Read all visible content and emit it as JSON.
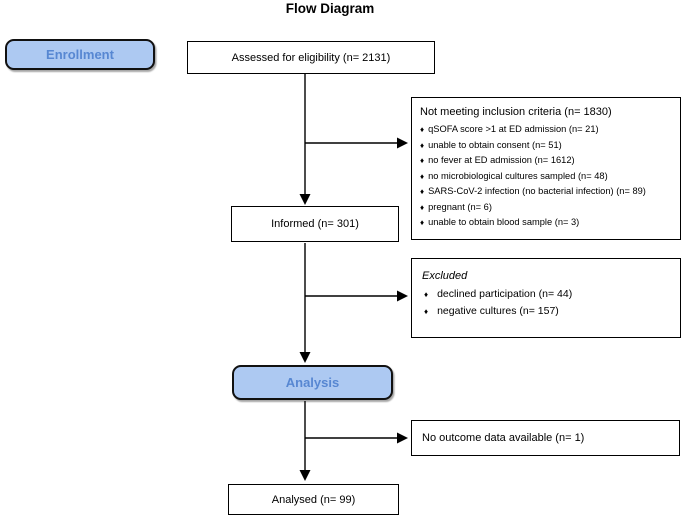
{
  "title": "Flow Diagram",
  "colors": {
    "stage_fill": "#ADC9F2",
    "stage_text": "#5787D2",
    "box_border": "#000000",
    "arrow": "#000000"
  },
  "stages": {
    "enrollment": "Enrollment",
    "analysis": "Analysis"
  },
  "boxes": {
    "assessed": "Assessed for eligibility (n= 2131)",
    "informed": "Informed (n= 301)",
    "no_outcome": "No outcome data available (n= 1)",
    "analysed": "Analysed (n= 99)"
  },
  "not_meeting": {
    "title": "Not meeting inclusion criteria (n= 1830)",
    "bullet": "♦",
    "items": [
      "qSOFA score >1 at ED admission (n= 21)",
      "unable to obtain consent (n= 51)",
      "no fever at ED admission (n= 1612)",
      "no microbiological cultures sampled (n= 48)",
      "SARS-CoV-2 infection (no bacterial infection) (n= 89)",
      "pregnant (n= 6)",
      "unable to obtain blood sample (n= 3)"
    ]
  },
  "excluded": {
    "title": "Excluded",
    "bullet": "♦",
    "items": [
      "declined participation (n= 44)",
      "negative cultures (n= 157)"
    ]
  }
}
